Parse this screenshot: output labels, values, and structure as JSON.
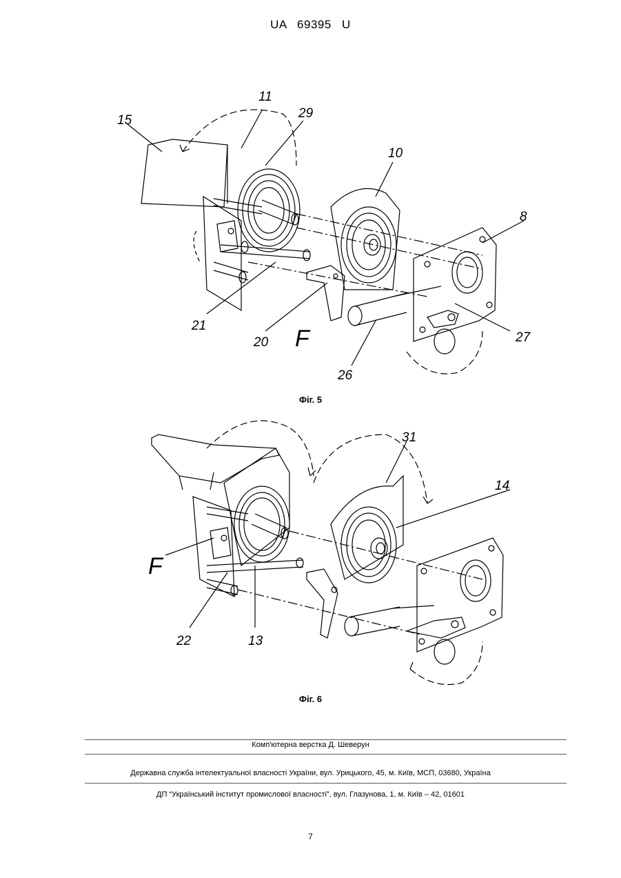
{
  "header": {
    "patent_number": "UA   69395   U"
  },
  "figure5": {
    "caption": "Фіг. 5",
    "labels": {
      "l15": "15",
      "l11": "11",
      "l29": "29",
      "l10": "10",
      "l8": "8",
      "l21": "21",
      "l20": "20",
      "lF": "F",
      "l26": "26",
      "l27": "27"
    }
  },
  "figure6": {
    "caption": "Фіг. 6",
    "labels": {
      "l31": "31",
      "l14": "14",
      "lF": "F",
      "l22": "22",
      "l13": "13"
    }
  },
  "footer": {
    "layout_credit": "Комп'ютерна верстка Д. Шеверун",
    "office": "Державна служба інтелектуальної власності України, вул. Урицького, 45, м. Київ, МСП, 03680, Україна",
    "institute": "ДП “Український інститут промислової власності”, вул. Глазунова, 1, м. Київ – 42, 01601"
  },
  "page_number": "7"
}
